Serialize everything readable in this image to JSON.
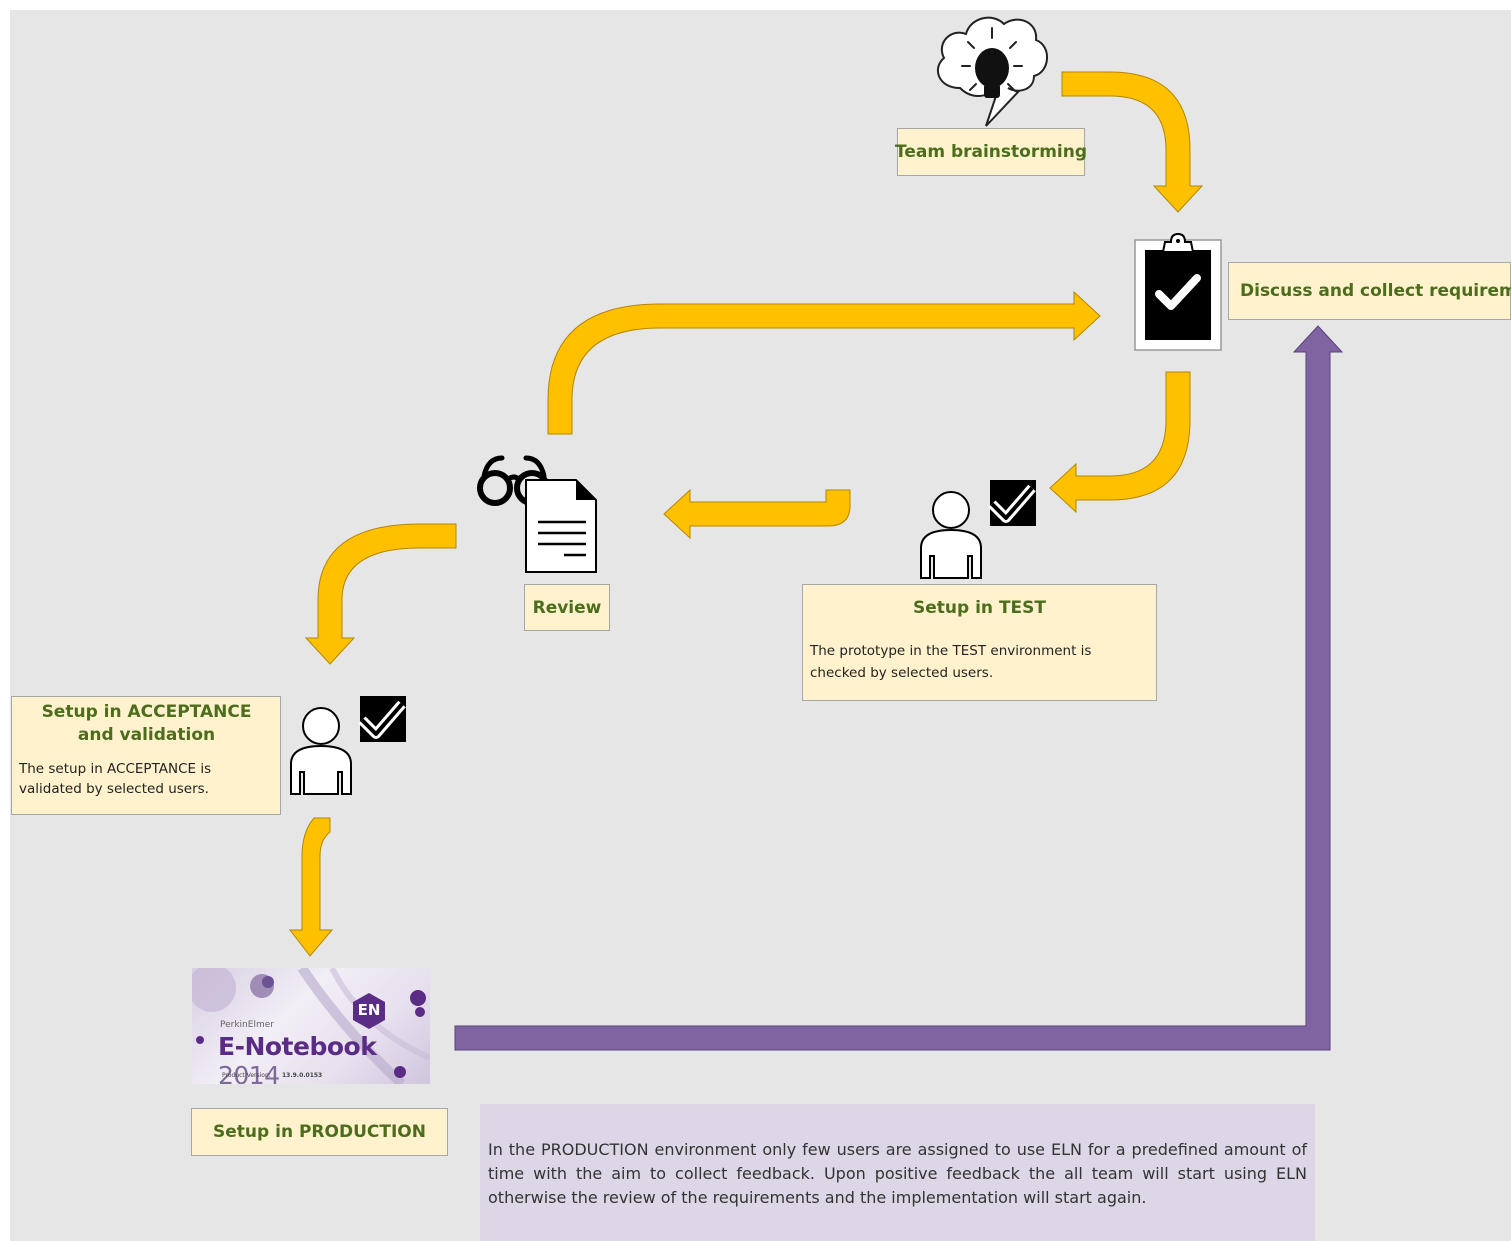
{
  "labels": {
    "brainstorm": "Team brainstorming",
    "requirements": "Discuss and collect requirements",
    "review": "Review",
    "production": "Setup in PRODUCTION"
  },
  "test_box": {
    "title": "Setup in TEST",
    "body": "The prototype in the TEST environment is checked by selected users."
  },
  "acceptance_box": {
    "title_line1": "Setup in ACCEPTANCE",
    "title_line2": "and validation",
    "body": "The setup in ACCEPTANCE is validated by selected users."
  },
  "note": "In the PRODUCTION environment only few users are assigned to use ELN for a predefined amount of time with the aim to collect feedback. Upon positive feedback the all team will start using ELN otherwise the review of the requirements and the implementation will start again.",
  "logo": {
    "brand": "PerkinElmer",
    "product": "E-Notebook",
    "year": "2014",
    "badge": "EN",
    "version_label": "Product Version:",
    "version": "13.9.0.0153"
  },
  "colors": {
    "canvas": "#e6e6e6",
    "label_fill": "#fff2cc",
    "label_text": "#4b6d1c",
    "arrow_yellow": "#ffc000",
    "arrow_purple": "#8064a2",
    "note_fill": "#dcd6e6"
  },
  "icons": [
    "lightbulb-cloud-icon",
    "clipboard-check-icon",
    "glasses-icon",
    "document-icon",
    "user-icon",
    "checkbox-icon"
  ]
}
